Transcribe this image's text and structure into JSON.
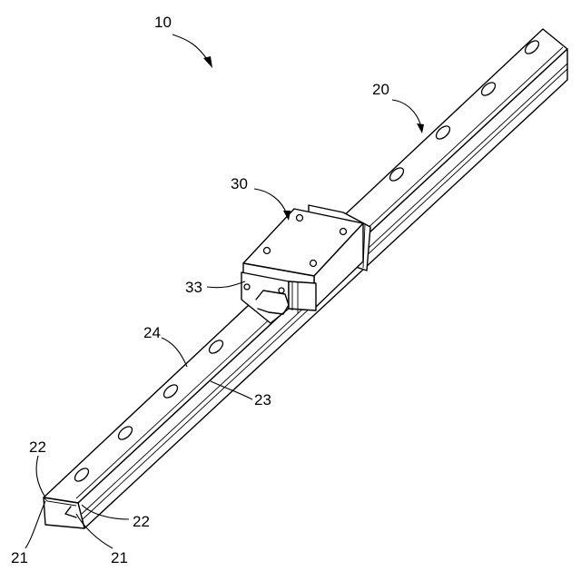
{
  "labels": {
    "assembly": "10",
    "rail": "20",
    "block": "30",
    "end_seal": "33",
    "top_face": "24",
    "side_groove": "23",
    "upper_left": "22",
    "upper_right": "22",
    "lower_left": "21",
    "lower_right": "21"
  }
}
